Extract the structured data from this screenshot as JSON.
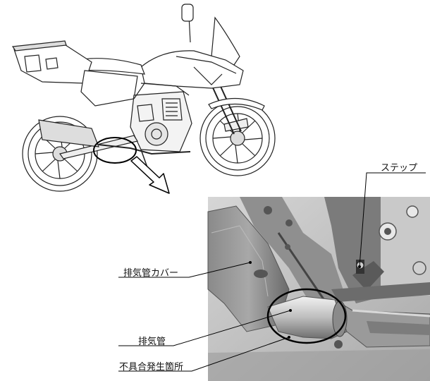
{
  "labels": {
    "step": "ステップ",
    "exhaust_cover": "排気管カバー",
    "exhaust_pipe": "排気管",
    "defect_location": "不具合発生箇所"
  }
}
